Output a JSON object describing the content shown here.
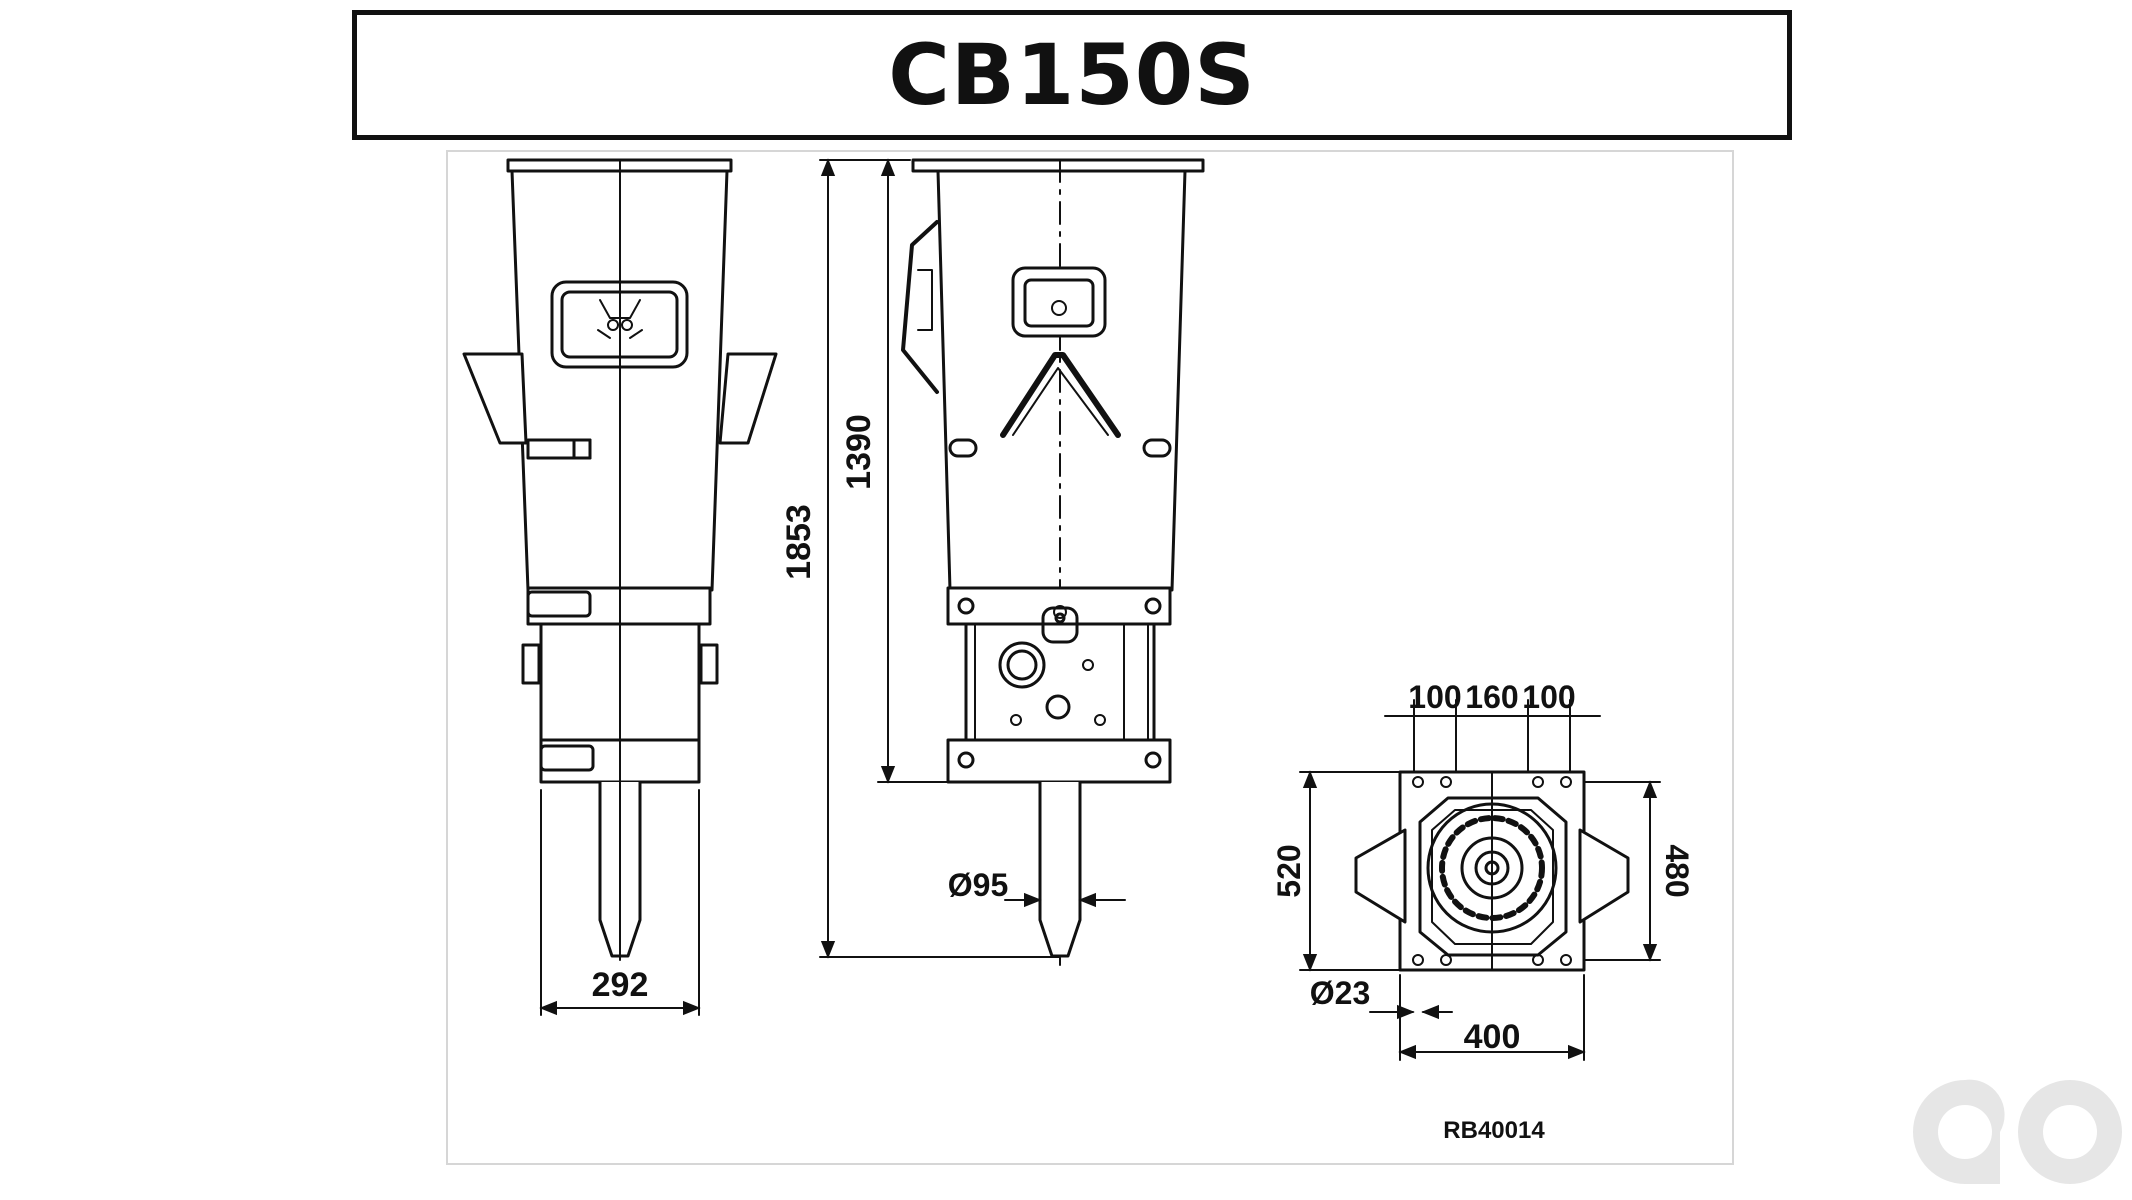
{
  "title": "CB150S",
  "dimensions": {
    "side_width": "292",
    "total_height": "1853",
    "body_height": "1390",
    "tool_diameter": "Ø95",
    "top_spacing_left": "100",
    "top_spacing_mid": "160",
    "top_spacing_right": "100",
    "plate_length": "520",
    "plate_inner": "480",
    "bolt_diameter": "Ø23",
    "plate_width": "400"
  },
  "drawing_code": "RB40014",
  "icons": {
    "watermark": "logo-mark"
  },
  "colors": {
    "line": "#111111",
    "frame": "#d6d6d6",
    "watermark": "#e6e6e6"
  }
}
